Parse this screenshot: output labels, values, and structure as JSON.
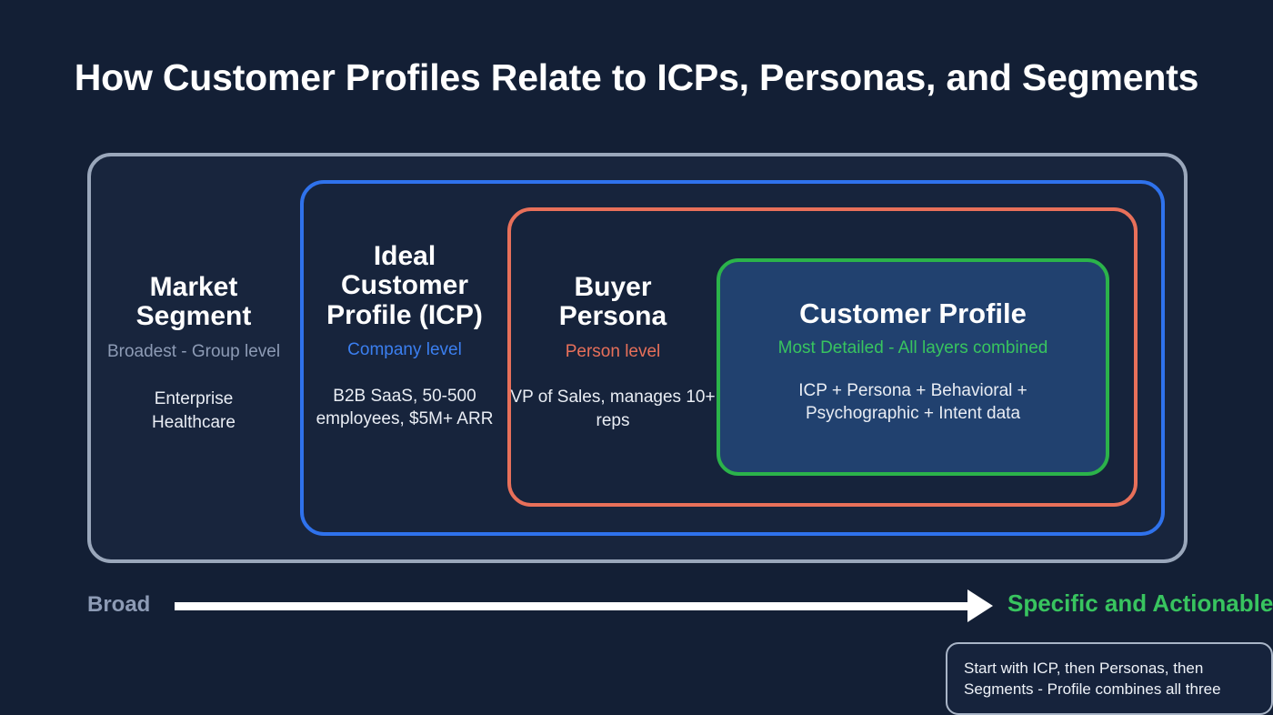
{
  "page": {
    "title": "How Customer Profiles Relate to ICPs, Personas, and Segments",
    "background_color": "#131f35"
  },
  "layers": [
    {
      "id": "market-segment",
      "heading": "Market\nSegment",
      "heading_line1": "Market",
      "heading_line2": "Segment",
      "subtitle": "Broadest - Group level",
      "detail": "Enterprise\nHealthcare",
      "detail_line1": "Enterprise",
      "detail_line2": "Healthcare",
      "accent_color": "#9aa7bb"
    },
    {
      "id": "ideal-customer-profile",
      "heading_line1": "Ideal",
      "heading_line2": "Customer",
      "heading_line3": "Profile (ICP)",
      "subtitle": "Company level",
      "detail": "B2B SaaS, 50-500 employees, $5M+ ARR",
      "accent_color": "#2f72ec"
    },
    {
      "id": "buyer-persona",
      "heading_line1": "Buyer",
      "heading_line2": "Persona",
      "subtitle": "Person level",
      "detail": "VP of Sales, manages 10+ reps",
      "accent_color": "#e8705a"
    },
    {
      "id": "customer-profile",
      "heading": "Customer Profile",
      "subtitle": "Most Detailed - All layers combined",
      "detail_line1": "ICP + Persona + Behavioral +",
      "detail_line2": "Psychographic + Intent data",
      "accent_color": "#2bb34a",
      "fill_color": "#21416f"
    }
  ],
  "spectrum": {
    "start_label": "Broad",
    "end_label": "Specific and Actionable",
    "start_color": "#8d9bb5",
    "end_color": "#38c45f",
    "arrow_color": "#ffffff",
    "arrow_icon": "arrow-right-icon"
  },
  "footer_note": {
    "line1": "Start with ICP, then Personas, then",
    "line2": "Segments - Profile combines all three"
  }
}
